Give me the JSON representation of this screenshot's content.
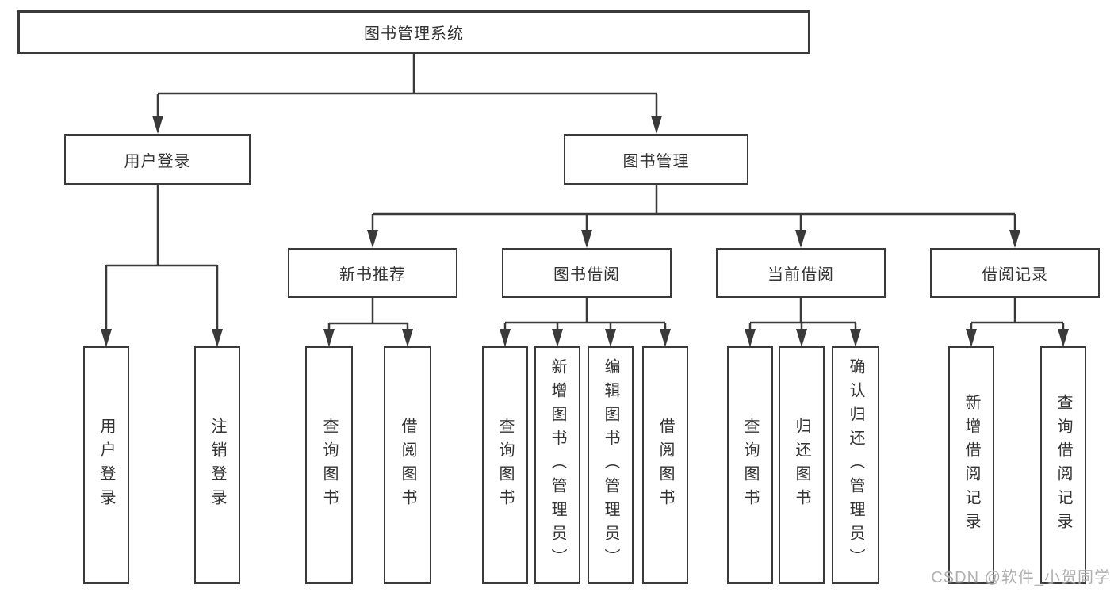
{
  "tree": {
    "root": {
      "label": "图书管理系统"
    },
    "branches": [
      {
        "label": "用户登录",
        "children": [
          {
            "label": "用户登录"
          },
          {
            "label": "注销登录"
          }
        ]
      },
      {
        "label": "图书管理",
        "children": [
          {
            "label": "新书推荐",
            "children": [
              {
                "label": "查询图书"
              },
              {
                "label": "借阅图书"
              }
            ]
          },
          {
            "label": "图书借阅",
            "children": [
              {
                "label": "查询图书"
              },
              {
                "label": "新增图书（管理员）"
              },
              {
                "label": "编辑图书（管理员）"
              },
              {
                "label": "借阅图书"
              }
            ]
          },
          {
            "label": "当前借阅",
            "children": [
              {
                "label": "查询图书"
              },
              {
                "label": "归还图书"
              },
              {
                "label": "确认归还（管理员）"
              }
            ]
          },
          {
            "label": "借阅记录",
            "children": [
              {
                "label": "新增借阅记录"
              },
              {
                "label": "查询借阅记录"
              }
            ]
          }
        ]
      }
    ]
  },
  "watermark": {
    "text": "CSDN @软件_小贺同学"
  },
  "colors": {
    "line": "#3a3a3a",
    "text": "#333333",
    "bg": "#ffffff",
    "watermark": "#a8a8a8"
  }
}
